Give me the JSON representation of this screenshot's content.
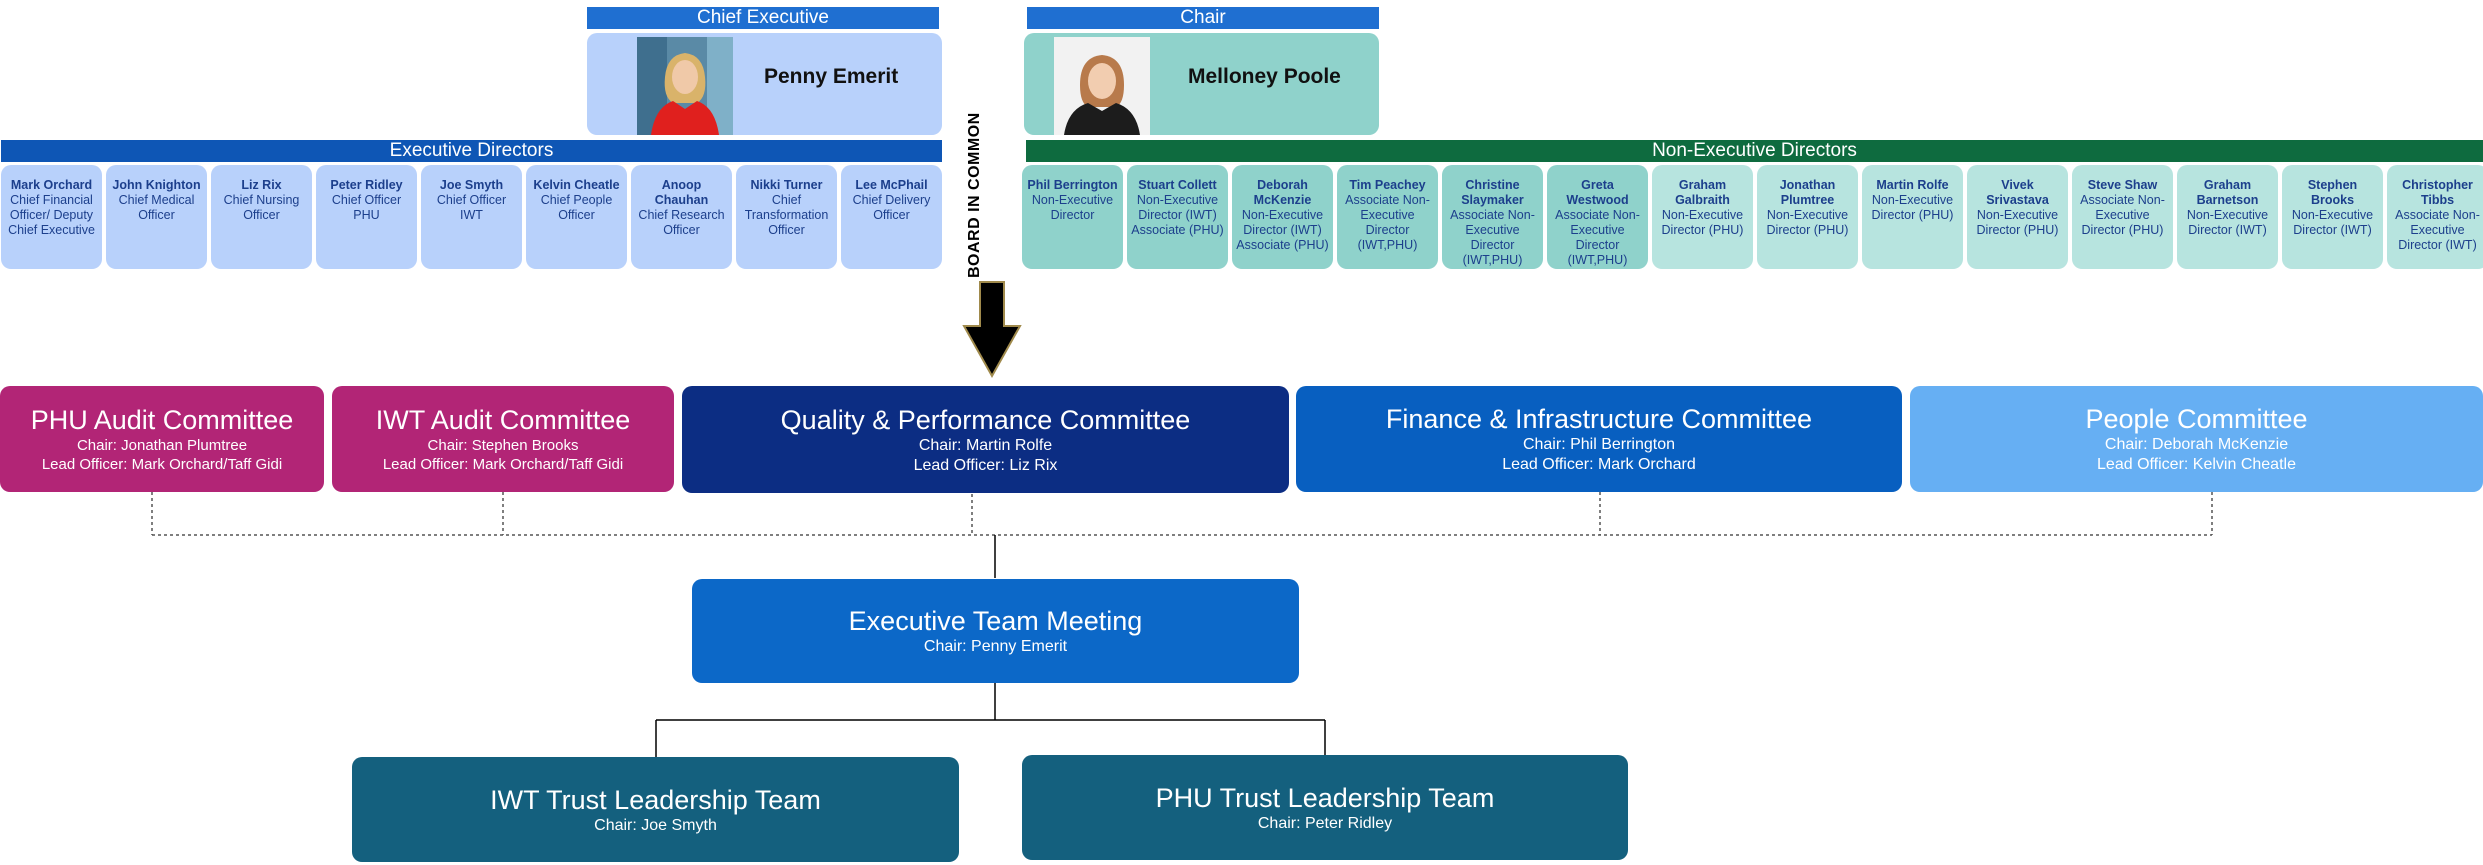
{
  "chief_executive": {
    "header": "Chief Executive",
    "name": "Penny Emerit"
  },
  "chair": {
    "header": "Chair",
    "name": "Melloney Poole"
  },
  "executive_directors": {
    "header": "Executive Directors",
    "members": [
      {
        "name": "Mark Orchard",
        "role": "Chief Financial Officer/ Deputy Chief Executive"
      },
      {
        "name": "John Knighton",
        "role": "Chief Medical Officer"
      },
      {
        "name": "Liz Rix",
        "role": "Chief Nursing Officer"
      },
      {
        "name": "Peter Ridley",
        "role": "Chief Officer PHU"
      },
      {
        "name": "Joe Smyth",
        "role": "Chief Officer IWT"
      },
      {
        "name": "Kelvin Cheatle",
        "role": "Chief People Officer"
      },
      {
        "name": "Anoop Chauhan",
        "role": "Chief Research Officer"
      },
      {
        "name": "Nikki Turner",
        "role": "Chief Transformation Officer"
      },
      {
        "name": "Lee McPhail",
        "role": "Chief Delivery Officer"
      }
    ]
  },
  "non_executive_directors": {
    "header": "Non-Executive Directors",
    "members": [
      {
        "name": "Phil Berrington",
        "role": "Non-Executive Director"
      },
      {
        "name": "Stuart Collett",
        "role": "Non-Executive Director (IWT) Associate (PHU)"
      },
      {
        "name": "Deborah McKenzie",
        "role": "Non-Executive Director (IWT) Associate (PHU)"
      },
      {
        "name": "Tim Peachey",
        "role": "Associate Non-Executive Director (IWT,PHU)"
      },
      {
        "name": "Christine Slaymaker",
        "role": "Associate Non-Executive Director (IWT,PHU)"
      },
      {
        "name": "Greta Westwood",
        "role": "Associate Non-Executive Director (IWT,PHU)"
      },
      {
        "name": "Graham Galbraith",
        "role": "Non-Executive Director (PHU)"
      },
      {
        "name": "Jonathan Plumtree",
        "role": "Non-Executive Director (PHU)"
      },
      {
        "name": "Martin Rolfe",
        "role": "Non-Executive Director (PHU)"
      },
      {
        "name": "Vivek Srivastava",
        "role": "Non-Executive Director (PHU)"
      },
      {
        "name": "Steve Shaw",
        "role": "Associate Non-Executive Director (PHU)"
      },
      {
        "name": "Graham Barnetson",
        "role": "Non-Executive Director (IWT)"
      },
      {
        "name": "Stephen Brooks",
        "role": "Non-Executive Director (IWT)"
      },
      {
        "name": "Christopher Tibbs",
        "role": "Associate Non-Executive Director (IWT)"
      }
    ]
  },
  "board_label": "BOARD IN COMMON",
  "committees": [
    {
      "title": "PHU Audit Committee",
      "chair": "Chair: Jonathan Plumtree",
      "lead": "Lead Officer: Mark Orchard/Taff Gidi"
    },
    {
      "title": "IWT Audit Committee",
      "chair": "Chair: Stephen Brooks",
      "lead": "Lead Officer: Mark Orchard/Taff Gidi"
    },
    {
      "title": "Quality & Performance Committee",
      "chair": "Chair: Martin Rolfe",
      "lead": "Lead Officer: Liz Rix"
    },
    {
      "title": "Finance & Infrastructure Committee",
      "chair": "Chair: Phil Berrington",
      "lead": "Lead Officer: Mark Orchard"
    },
    {
      "title": "People Committee",
      "chair": "Chair: Deborah McKenzie",
      "lead": "Lead Officer: Kelvin Cheatle"
    }
  ],
  "executive_team_meeting": {
    "title": "Executive Team Meeting",
    "chair": "Chair: Penny Emerit"
  },
  "leadership_teams": [
    {
      "title": "IWT Trust Leadership Team",
      "chair": "Chair: Joe Smyth"
    },
    {
      "title": "PHU Trust Leadership Team",
      "chair": "Chair: Peter Ridley"
    }
  ],
  "colors": {
    "exec_tile": "#b8d1fb",
    "ned_tile_dark": "#8fd2cb",
    "ned_tile_light": "#b7e4df",
    "committee_magenta": "#b22576",
    "committee_navy": "#0c2d83",
    "committee_blue": "#085fc0",
    "committee_light_blue": "#66aff3",
    "leadership_teal": "#14607e"
  }
}
